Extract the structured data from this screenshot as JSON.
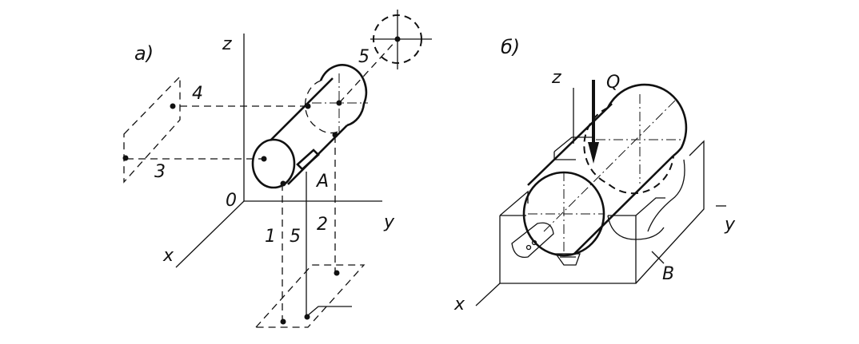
{
  "figure_a": {
    "panel_label": "а)",
    "axis_z": "z",
    "axis_y": "y",
    "axis_x": "x",
    "origin": "0",
    "point_a": "A",
    "lines": [
      "1",
      "2",
      "3",
      "4",
      "5",
      "5"
    ]
  },
  "figure_b": {
    "panel_label": "б)",
    "axis_z": "z",
    "axis_y": "y",
    "axis_x": "x",
    "force": "Q",
    "block": "B"
  }
}
